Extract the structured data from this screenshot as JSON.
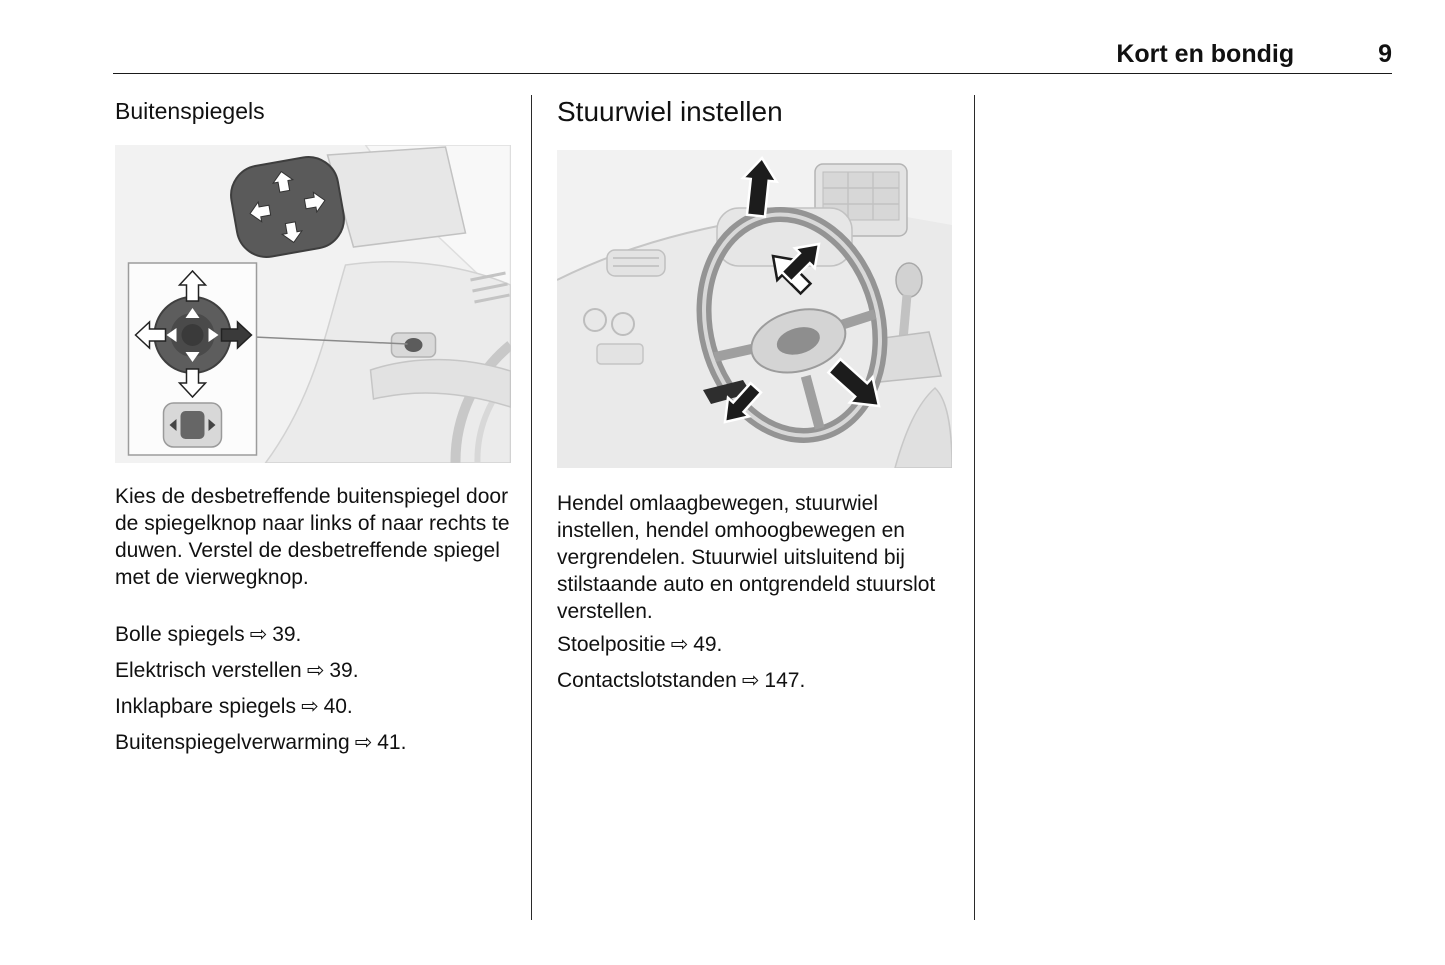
{
  "header": {
    "title": "Kort en bondig",
    "page_number": "9"
  },
  "symbols": {
    "ref_arrow": "⇨"
  },
  "left": {
    "heading": "Buitenspiegels",
    "figure_alt": "mirror-controls-illustration",
    "paragraph": "Kies de desbetreffende buitenspiegel door de spiegelknop naar links of naar rechts te duwen. Verstel de desbetreffende spiegel met de vierwegknop.",
    "links": [
      {
        "label": "Bolle spiegels",
        "page": "39."
      },
      {
        "label": "Elektrisch verstellen",
        "page": "39."
      },
      {
        "label": "Inklapbare spiegels",
        "page": "40."
      },
      {
        "label": "Buitenspiegelverwarming",
        "page": "41."
      }
    ]
  },
  "right": {
    "heading": "Stuurwiel instellen",
    "figure_alt": "steering-wheel-adjust-illustration",
    "paragraph": "Hendel omlaagbewegen, stuurwiel instellen, hendel omhoogbewegen en vergrendelen. Stuurwiel uitsluitend bij stilstaande auto en ontgrendeld stuurslot verstellen.",
    "links": [
      {
        "label": "Stoelpositie",
        "page": "49."
      },
      {
        "label": "Contactslotstanden",
        "page": "147."
      }
    ]
  }
}
